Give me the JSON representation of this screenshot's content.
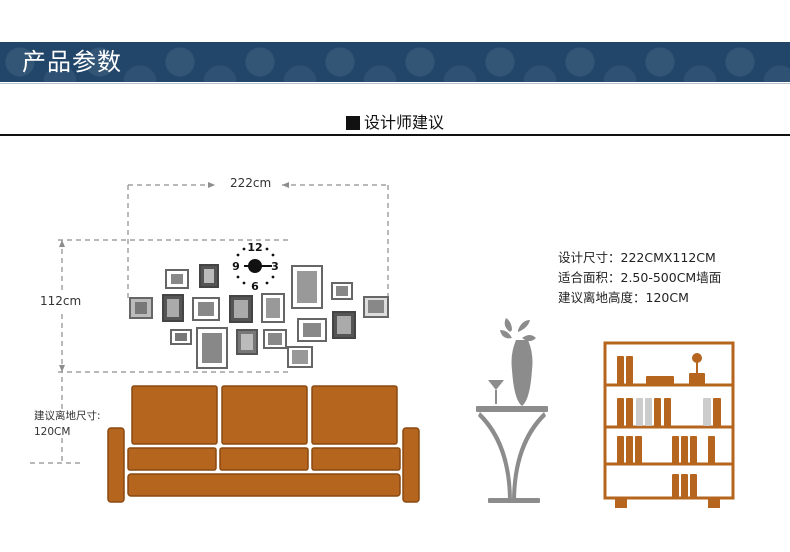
{
  "banner": {
    "title": "产品参数"
  },
  "section": {
    "title": "设计师建议"
  },
  "dimensions": {
    "width_label": "222cm",
    "height_label": "112cm",
    "floor_label_1": "建议离地尺寸:",
    "floor_label_2": "120CM"
  },
  "clock": {
    "numerals": [
      "12",
      "9",
      "3",
      "6"
    ]
  },
  "specs": [
    "设计尺寸：222CMX112CM",
    "适合面积：2.50-500CM墙面",
    "建议离地高度：120CM"
  ],
  "colors": {
    "banner": "#22466a",
    "sofa": "#b5651d",
    "sofa_stroke": "#8a4a12",
    "bookshelf": "#b5651d",
    "table": "#8c8c8c",
    "dash": "#8d8d8d"
  }
}
